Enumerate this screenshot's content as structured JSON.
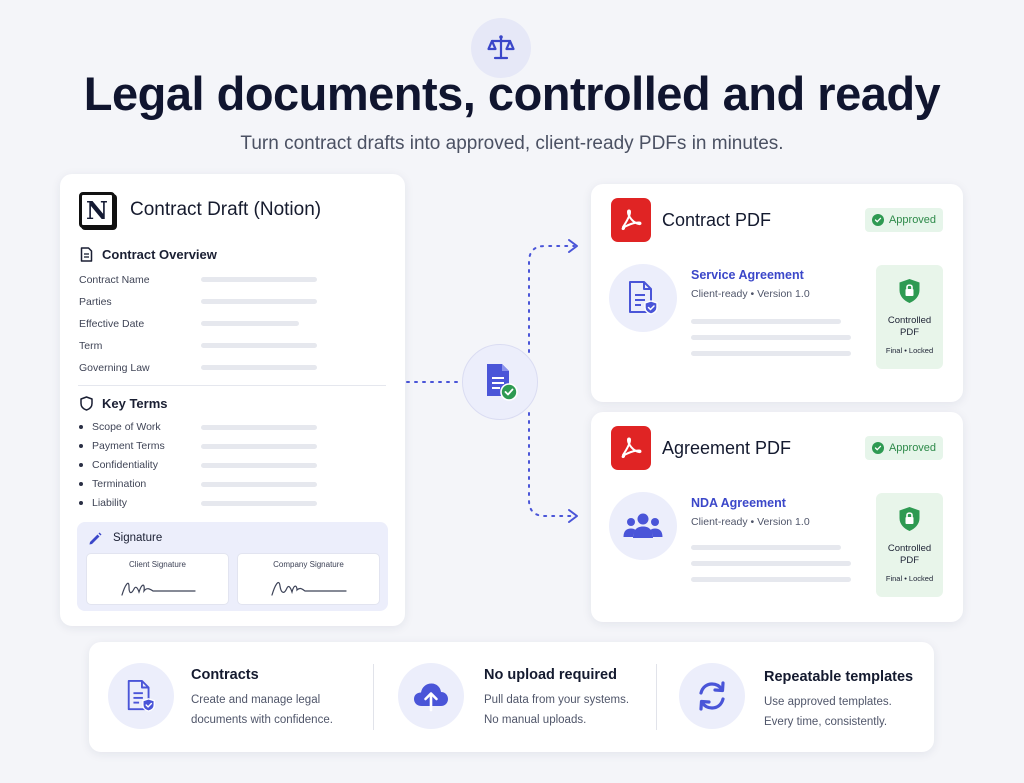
{
  "header": {
    "title": "Legal documents, controlled and ready",
    "subtitle": "Turn contract drafts into approved, client-ready PDFs in minutes.",
    "icon": "scales-icon"
  },
  "notion_card": {
    "logo_letter": "N",
    "title": "Contract Draft (Notion)",
    "overview": {
      "heading": "Contract Overview",
      "fields": [
        "Contract Name",
        "Parties",
        "Effective Date",
        "Term",
        "Governing Law"
      ]
    },
    "key_terms": {
      "heading": "Key Terms",
      "items": [
        "Scope of Work",
        "Payment Terms",
        "Confidentiality",
        "Termination",
        "Liability"
      ]
    },
    "signature": {
      "heading": "Signature",
      "client_label": "Client Signature",
      "company_label": "Company Signature"
    }
  },
  "pdf_cards": [
    {
      "title": "Contract PDF",
      "status": "Approved",
      "doc_name": "Service Agreement",
      "doc_meta": "Client-ready  •  Version 1.0",
      "icon": "document-shield-icon",
      "lock_label_1": "Controlled",
      "lock_label_2": "PDF",
      "lock_sub": "Final • Locked"
    },
    {
      "title": "Agreement PDF",
      "status": "Approved",
      "doc_name": "NDA Agreement",
      "doc_meta": "Client-ready  •  Version 1.0",
      "icon": "users-icon",
      "lock_label_1": "Controlled",
      "lock_label_2": "PDF",
      "lock_sub": "Final • Locked"
    }
  ],
  "features": [
    {
      "title": "Contracts",
      "desc_1": "Create and manage legal",
      "desc_2": "documents with confidence.",
      "icon": "document-shield-icon"
    },
    {
      "title": "No upload required",
      "desc_1": "Pull data from your systems.",
      "desc_2": "No manual uploads.",
      "icon": "cloud-upload-icon"
    },
    {
      "title": "Repeatable templates",
      "desc_1": "Use approved templates.",
      "desc_2": "Every time, consistently.",
      "icon": "refresh-icon"
    }
  ],
  "colors": {
    "accent": "#4a55d8",
    "pdf_red": "#e02424",
    "approved_green": "#2e9a52",
    "background": "#f4f5f9"
  }
}
